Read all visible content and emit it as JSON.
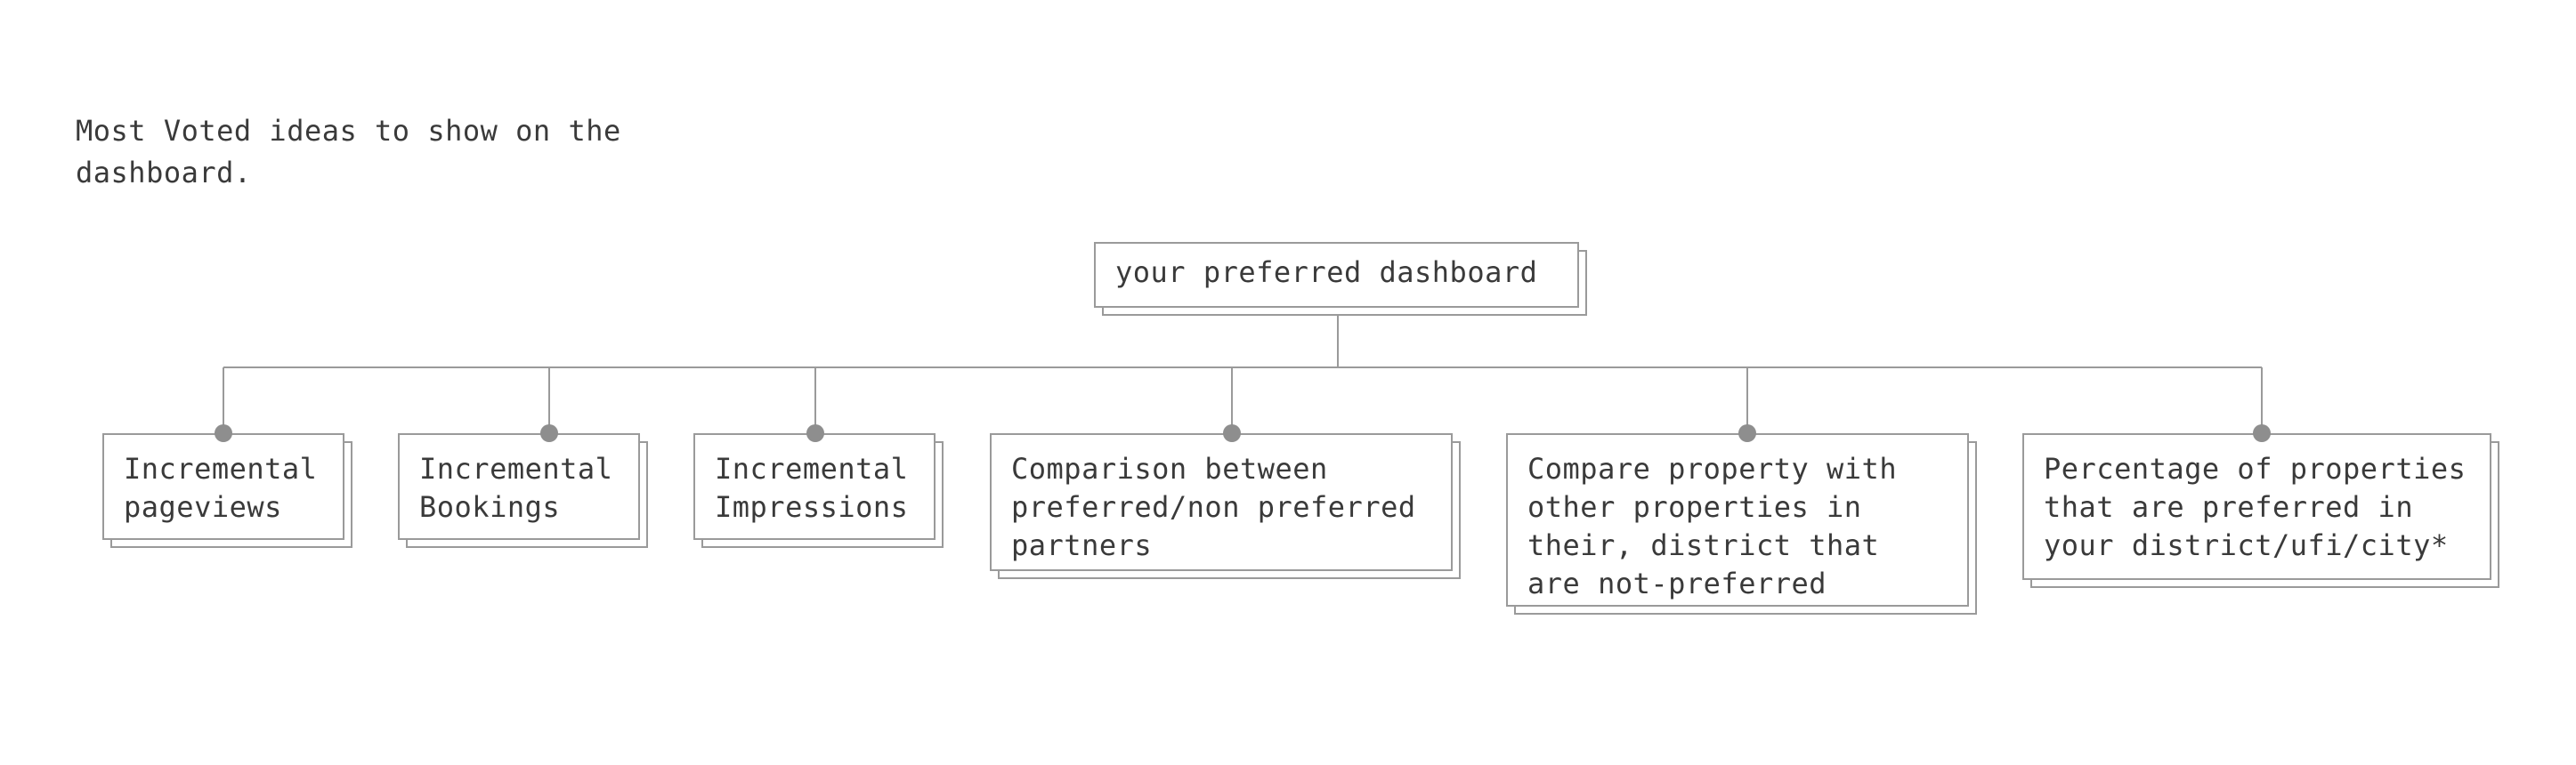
{
  "note": "Most Voted ideas to show on the\ndashboard.",
  "root": {
    "label": "your preferred dashboard"
  },
  "children": [
    {
      "label": "Incremental\npageviews"
    },
    {
      "label": "Incremental\nBookings"
    },
    {
      "label": "Incremental\nImpressions"
    },
    {
      "label": "Comparison between\npreferred/non preferred\npartners"
    },
    {
      "label": "Compare property with\nother properties in\ntheir, district that\nare not-preferred"
    },
    {
      "label": "Percentage of properties\nthat are preferred in\nyour district/ufi/city*"
    }
  ],
  "colors": {
    "line": "#9a9a9a",
    "dot": "#8e8e8e",
    "text": "#3a3a3a"
  }
}
